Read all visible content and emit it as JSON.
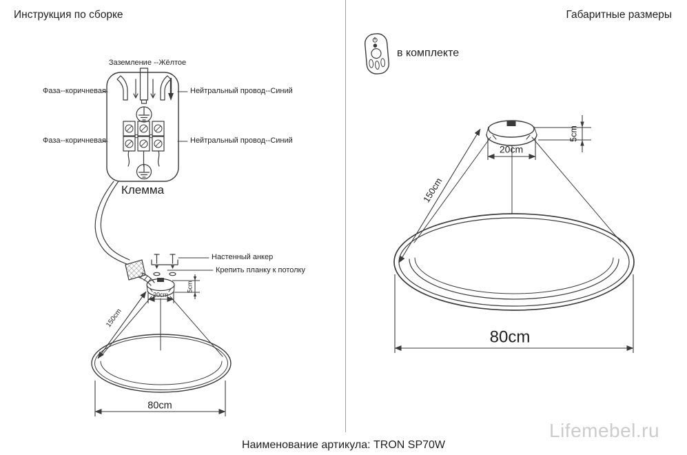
{
  "page": {
    "left_title": "Инструкция по сборке",
    "right_title": "Габаритные размеры",
    "article_line": "Наименование артикула: TRON SP70W",
    "watermark": "Lifemebel.ru"
  },
  "assembly": {
    "terminal_block": {
      "ground_wire_label": "Заземление --Жёлтое",
      "phase_wire_label_top": "Фаза--коричневая",
      "phase_wire_label_bottom": "Фаза--коричневая",
      "neutral_wire_label_top": "Нейтральный провод--Синий",
      "neutral_wire_label_bottom": "Нейтральный провод--Синий",
      "block_name": "Клемма"
    },
    "mounting": {
      "wall_anchor_label": "Настенный анкер",
      "ceiling_bar_label": "Крепить планку к потолку"
    },
    "dims": {
      "canopy_diameter": "20cm",
      "canopy_height": "5cm",
      "suspension_length": "150cm",
      "ring_diameter": "80cm"
    }
  },
  "overall": {
    "remote_icon": "remote-control-icon",
    "remote_included_label": "в комплекте",
    "dims": {
      "canopy_diameter": "20cm",
      "canopy_height": "5cm",
      "suspension_length": "150cm",
      "ring_diameter": "80cm"
    }
  },
  "colors": {
    "line": "#3a3a3a",
    "text": "#1e1e1e",
    "divider": "#a0a0a0",
    "watermark": "#cccccc"
  }
}
